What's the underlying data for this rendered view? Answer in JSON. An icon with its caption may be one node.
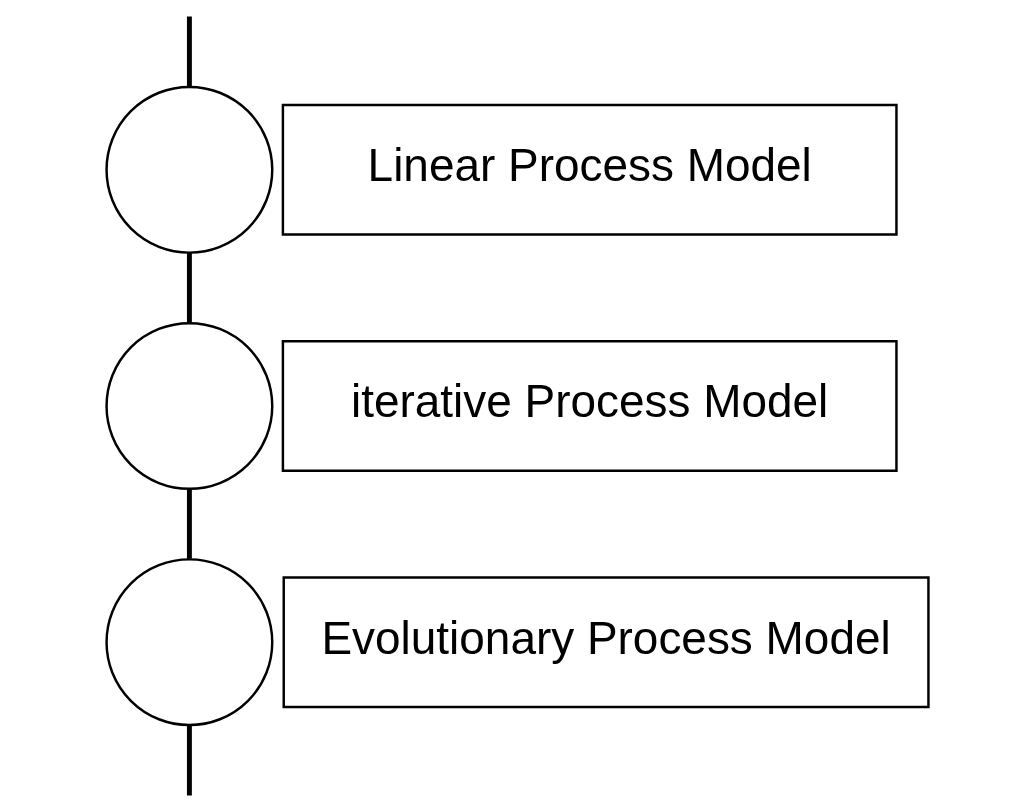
{
  "diagram": {
    "nodes": [
      {
        "text": [],
        "shape": "circle"
      },
      {
        "text": [
          "Linear Process Model"
        ]
      },
      {
        "text": [],
        "shape": "circle"
      },
      {
        "text": [
          "iterative Process Model"
        ]
      },
      {
        "text": [],
        "shape": "circle"
      },
      {
        "text": [
          "Evolutionary Process Model"
        ]
      }
    ],
    "edges": [
      {
        "from": null,
        "to": 0,
        "arrow": "none"
      },
      {
        "from": 0,
        "to": 2,
        "arrow": "none"
      },
      {
        "from": 2,
        "to": 4,
        "arrow": "none"
      },
      {
        "from": 4,
        "to": null,
        "arrow": "none"
      }
    ]
  }
}
